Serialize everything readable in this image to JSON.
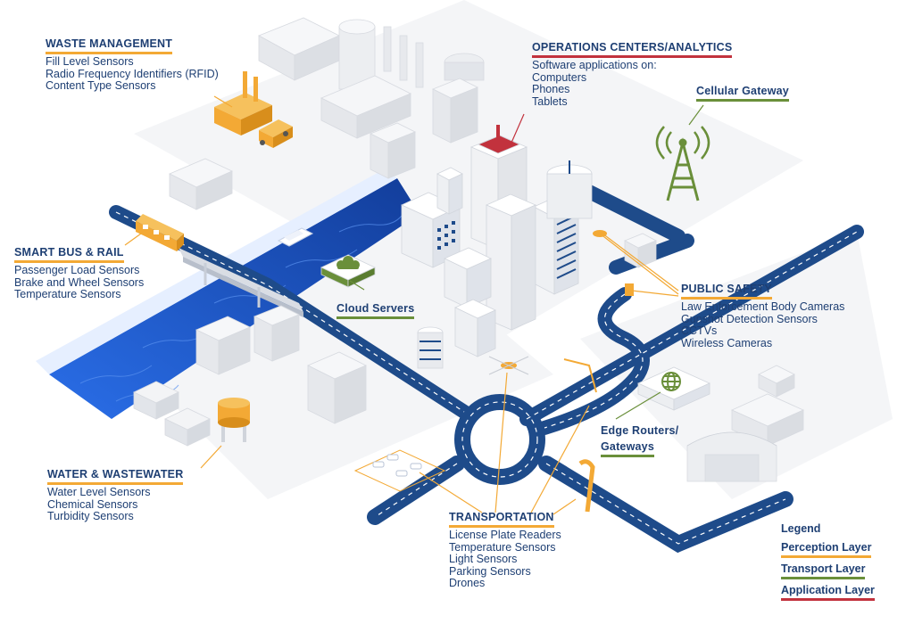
{
  "sections": {
    "waste": {
      "title": "WASTE MANAGEMENT",
      "items": [
        "Fill Level Sensors",
        "Radio Frequency Identifiers (RFID)",
        "Content Type Sensors"
      ]
    },
    "operations": {
      "title": "OPERATIONS CENTERS/ANALYTICS",
      "items": [
        "Software applications on:",
        "Computers",
        "Phones",
        "Tablets"
      ]
    },
    "cellular": {
      "title": "Cellular Gateway"
    },
    "bus": {
      "title": "SMART BUS & RAIL",
      "items": [
        "Passenger Load Sensors",
        "Brake and Wheel Sensors",
        "Temperature Sensors"
      ]
    },
    "cloud": {
      "title": "Cloud Servers"
    },
    "safety": {
      "title": "PUBLIC SAFETY",
      "items": [
        "Law Enforcement Body Cameras",
        "Gunshot Detection Sensors",
        "CCTVs",
        "Wireless Cameras"
      ]
    },
    "edge": {
      "title_line1": "Edge Routers/",
      "title_line2": "Gateways"
    },
    "water": {
      "title": "WATER & WASTEWATER",
      "items": [
        "Water Level Sensors",
        "Chemical Sensors",
        "Turbidity Sensors"
      ]
    },
    "transport": {
      "title": "TRANSPORTATION",
      "items": [
        "License Plate Readers",
        "Temperature Sensors",
        "Light Sensors",
        "Parking Sensors",
        "Drones"
      ]
    }
  },
  "legend": {
    "title": "Legend",
    "perception": "Perception Layer",
    "transport": "Transport Layer",
    "application": "Application Layer"
  },
  "colors": {
    "perception": "#f3a935",
    "transport": "#6a8f3a",
    "application": "#c2323d",
    "road": "#1e4b8a",
    "river": "#1d56c8",
    "text": "#1e3f73"
  }
}
